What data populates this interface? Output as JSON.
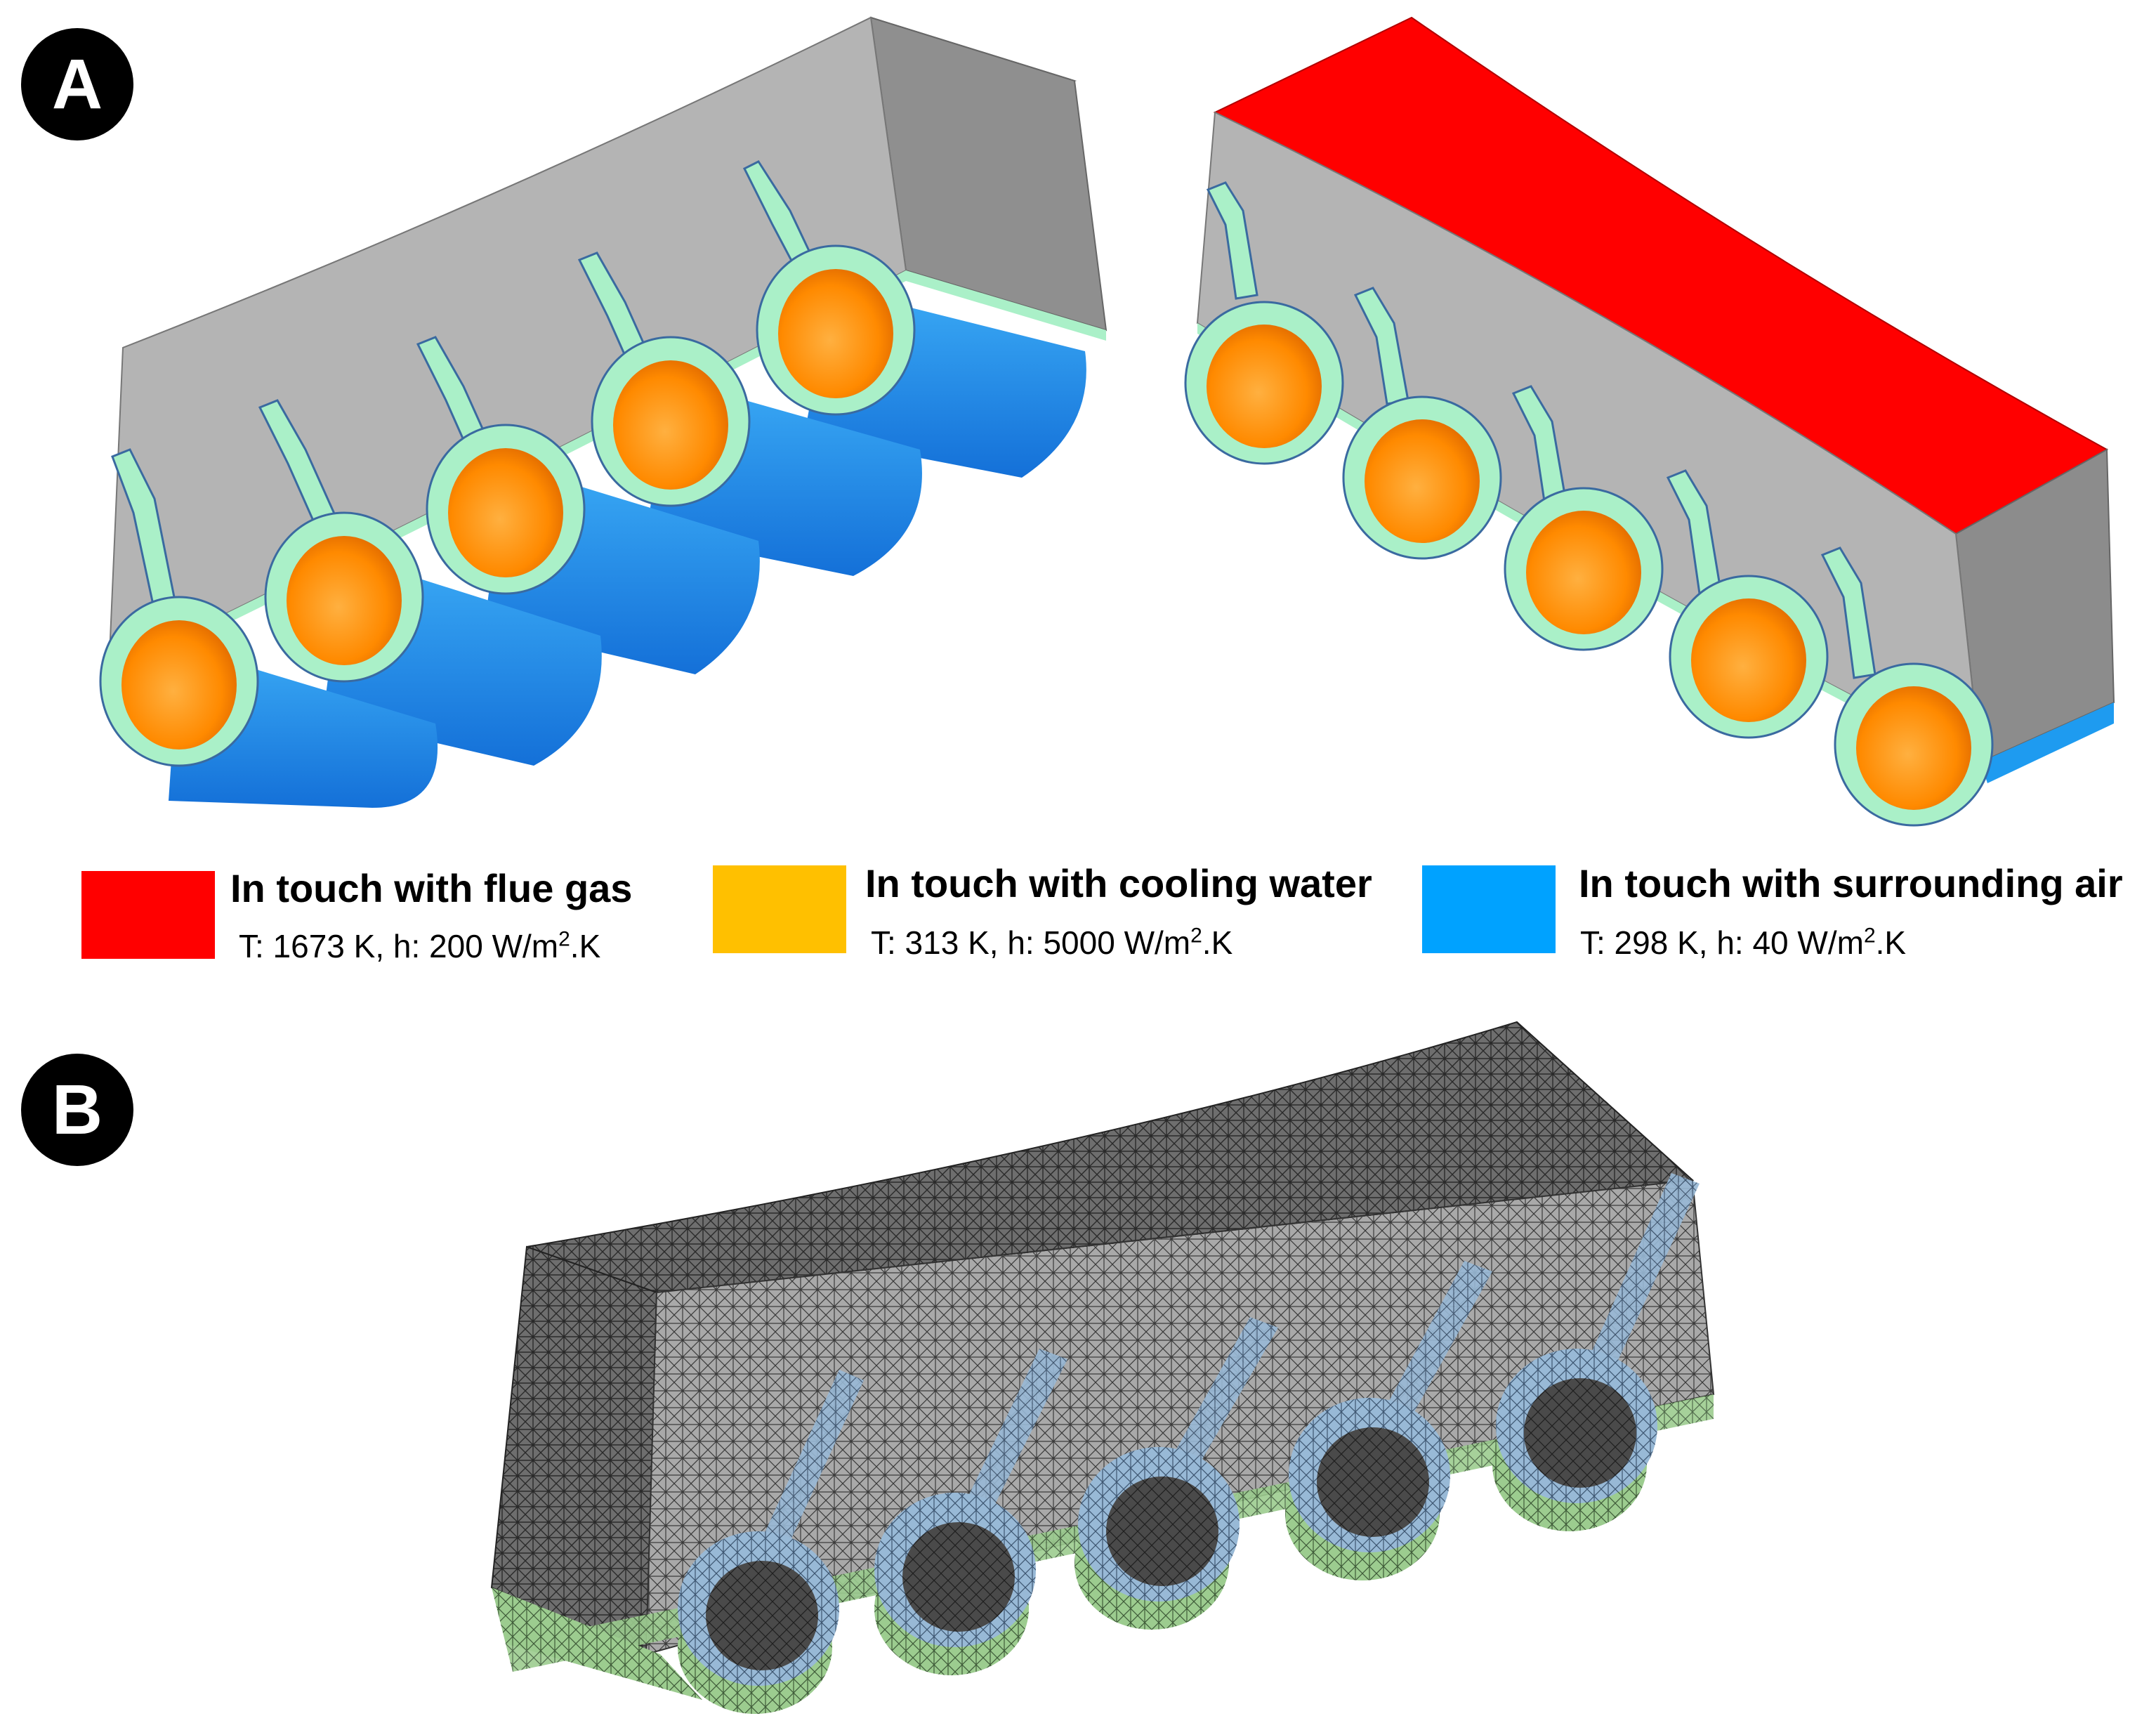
{
  "panels": {
    "a_label": "A",
    "b_label": "B"
  },
  "legend": [
    {
      "title": "In touch with flue gas",
      "t": "T: 1673 K, h: 200 W/m",
      "sup": "2",
      "suffix": ".K",
      "color": "#ff0000"
    },
    {
      "title": "In touch with cooling water",
      "t": "T: 313 K, h: 5000 W/m",
      "sup": "2",
      "suffix": ".K",
      "color": "#ffc000"
    },
    {
      "title": "In touch with surrounding air",
      "t": "T: 298 K, h: 40 W/m",
      "sup": "2",
      "suffix": ".K",
      "color": "#00a2ff"
    }
  ],
  "colors": {
    "flue_gas": "#ff0000",
    "cooling_water": "#ff8a00",
    "surrounding_air": "#1e9bf0",
    "solid_body": "#b4b4b4",
    "tube_wall": "#aaf0c8",
    "mesh_body": "#8c8c8c",
    "mesh_tube_wall": "#98b9d6",
    "mesh_bottom": "#9ccc8f"
  }
}
